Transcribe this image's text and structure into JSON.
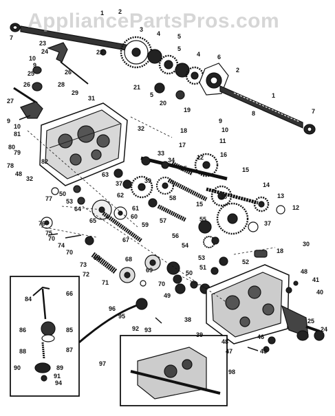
{
  "watermark": "AppliancePartsPros.com",
  "colors": {
    "ink": "#111111",
    "paper": "#ffffff",
    "watermark": "#b4b4b4"
  },
  "callouts": [
    {
      "id": "c1a",
      "label": "1"
    },
    {
      "id": "c2a",
      "label": "2"
    },
    {
      "id": "c7a",
      "label": "7"
    },
    {
      "id": "c23",
      "label": "23"
    },
    {
      "id": "c22",
      "label": "22"
    },
    {
      "id": "c3",
      "label": "3"
    },
    {
      "id": "c4a",
      "label": "4"
    },
    {
      "id": "c5a",
      "label": "5"
    },
    {
      "id": "c5b",
      "label": "5"
    },
    {
      "id": "c4b",
      "label": "4"
    },
    {
      "id": "c6",
      "label": "6"
    },
    {
      "id": "c2b",
      "label": "2"
    },
    {
      "id": "c1b",
      "label": "1"
    },
    {
      "id": "c24a",
      "label": "24"
    },
    {
      "id": "c10a",
      "label": "10"
    },
    {
      "id": "c9a",
      "label": "9"
    },
    {
      "id": "c25a",
      "label": "25"
    },
    {
      "id": "c26a",
      "label": "26"
    },
    {
      "id": "c26b",
      "label": "26"
    },
    {
      "id": "c28",
      "label": "28"
    },
    {
      "id": "c29",
      "label": "29"
    },
    {
      "id": "c21",
      "label": "21"
    },
    {
      "id": "c5c",
      "label": "5"
    },
    {
      "id": "c20",
      "label": "20"
    },
    {
      "id": "c8",
      "label": "8"
    },
    {
      "id": "c7b",
      "label": "7"
    },
    {
      "id": "c27",
      "label": "27"
    },
    {
      "id": "c31",
      "label": "31"
    },
    {
      "id": "c19",
      "label": "19"
    },
    {
      "id": "c9b",
      "label": "9"
    },
    {
      "id": "c10b",
      "label": "10"
    },
    {
      "id": "c11",
      "label": "11"
    },
    {
      "id": "c9c",
      "label": "9"
    },
    {
      "id": "c10c",
      "label": "10"
    },
    {
      "id": "c81",
      "label": "81"
    },
    {
      "id": "c32a",
      "label": "32"
    },
    {
      "id": "c18a",
      "label": "18"
    },
    {
      "id": "c17",
      "label": "17"
    },
    {
      "id": "c80",
      "label": "80"
    },
    {
      "id": "c79",
      "label": "79"
    },
    {
      "id": "c78",
      "label": "78"
    },
    {
      "id": "c82",
      "label": "82"
    },
    {
      "id": "c48a",
      "label": "48"
    },
    {
      "id": "c33",
      "label": "33"
    },
    {
      "id": "c34",
      "label": "34"
    },
    {
      "id": "c12a",
      "label": "12"
    },
    {
      "id": "c16",
      "label": "16"
    },
    {
      "id": "c35",
      "label": "35"
    },
    {
      "id": "c15",
      "label": "15"
    },
    {
      "id": "c32b",
      "label": "32"
    },
    {
      "id": "c63",
      "label": "63"
    },
    {
      "id": "c37a",
      "label": "37"
    },
    {
      "id": "c62",
      "label": "62"
    },
    {
      "id": "c39a",
      "label": "39"
    },
    {
      "id": "c14",
      "label": "14"
    },
    {
      "id": "c77",
      "label": "77"
    },
    {
      "id": "c50",
      "label": "50"
    },
    {
      "id": "c53",
      "label": "53"
    },
    {
      "id": "c58",
      "label": "58"
    },
    {
      "id": "c36",
      "label": "36"
    },
    {
      "id": "c13",
      "label": "13"
    },
    {
      "id": "c64",
      "label": "64"
    },
    {
      "id": "c61",
      "label": "61"
    },
    {
      "id": "c60",
      "label": "60"
    },
    {
      "id": "c15b",
      "label": "15"
    },
    {
      "id": "c12b",
      "label": "12"
    },
    {
      "id": "c76",
      "label": "76"
    },
    {
      "id": "c65",
      "label": "65"
    },
    {
      "id": "c57",
      "label": "57"
    },
    {
      "id": "c55",
      "label": "55"
    },
    {
      "id": "c75",
      "label": "75"
    },
    {
      "id": "c59",
      "label": "59"
    },
    {
      "id": "c37b",
      "label": "37"
    },
    {
      "id": "c70a",
      "label": "70"
    },
    {
      "id": "c74",
      "label": "74"
    },
    {
      "id": "c67",
      "label": "67"
    },
    {
      "id": "c56",
      "label": "56"
    },
    {
      "id": "c54",
      "label": "54"
    },
    {
      "id": "c70b",
      "label": "70"
    },
    {
      "id": "c73",
      "label": "73"
    },
    {
      "id": "c68",
      "label": "68"
    },
    {
      "id": "c66a",
      "label": "66"
    },
    {
      "id": "c53b",
      "label": "53"
    },
    {
      "id": "c18b",
      "label": "18"
    },
    {
      "id": "c30",
      "label": "30"
    },
    {
      "id": "c72",
      "label": "72"
    },
    {
      "id": "c71",
      "label": "71"
    },
    {
      "id": "c69",
      "label": "69"
    },
    {
      "id": "c70c",
      "label": "70"
    },
    {
      "id": "c51",
      "label": "51"
    },
    {
      "id": "c52",
      "label": "52"
    },
    {
      "id": "c50b",
      "label": "50"
    },
    {
      "id": "c48b",
      "label": "48"
    },
    {
      "id": "c41",
      "label": "41"
    },
    {
      "id": "c84",
      "label": "84"
    },
    {
      "id": "c66b",
      "label": "66"
    },
    {
      "id": "c49",
      "label": "49"
    },
    {
      "id": "c96",
      "label": "96"
    },
    {
      "id": "c95",
      "label": "95"
    },
    {
      "id": "c40",
      "label": "40"
    },
    {
      "id": "c86",
      "label": "86"
    },
    {
      "id": "c85",
      "label": "85"
    },
    {
      "id": "c92",
      "label": "92"
    },
    {
      "id": "c93",
      "label": "93"
    },
    {
      "id": "c38",
      "label": "38"
    },
    {
      "id": "c39b",
      "label": "39"
    },
    {
      "id": "c46",
      "label": "46"
    },
    {
      "id": "c25b",
      "label": "25"
    },
    {
      "id": "c24b",
      "label": "24"
    },
    {
      "id": "c88",
      "label": "88"
    },
    {
      "id": "c87",
      "label": "87"
    },
    {
      "id": "c48c",
      "label": "48"
    },
    {
      "id": "c97",
      "label": "97"
    },
    {
      "id": "c47",
      "label": "47"
    },
    {
      "id": "c43",
      "label": "43"
    },
    {
      "id": "c90",
      "label": "90"
    },
    {
      "id": "c89",
      "label": "89"
    },
    {
      "id": "c91",
      "label": "91"
    },
    {
      "id": "c94",
      "label": "94"
    },
    {
      "id": "c98",
      "label": "98"
    }
  ]
}
